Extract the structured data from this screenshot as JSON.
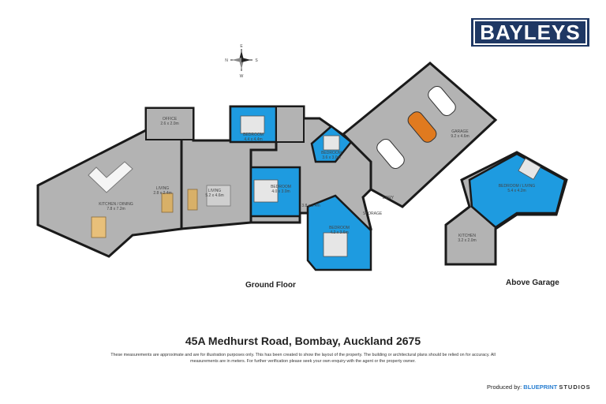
{
  "brand": {
    "logo_text": "BAYLEYS",
    "color": "#1f3864"
  },
  "compass": {
    "north": "E",
    "west": "N",
    "east": "S",
    "south": "W"
  },
  "rooms": {
    "office": {
      "name": "OFFICE",
      "size": "2.6 x 2.0m"
    },
    "bedroom1": {
      "name": "BEDROOM",
      "size": "4.4 x 4.4m"
    },
    "bedroom2": {
      "name": "BEDROOM",
      "size": "3.6 x 3.0m"
    },
    "garage": {
      "name": "GARAGE",
      "size": "9.2 x 4.6m"
    },
    "kitchen": {
      "name": "KITCHEN / DINING",
      "size": "7.8 x 7.2m"
    },
    "living1": {
      "name": "LIVING",
      "size": "2.8 x 2.4m"
    },
    "living2": {
      "name": "LIVING",
      "size": "5.2 x 4.6m"
    },
    "bedroom3": {
      "name": "BEDROOM",
      "size": "4.0 x 3.0m"
    },
    "hall": {
      "size": "3.8 x 1.4m"
    },
    "bedroom4": {
      "name": "BEDROOM",
      "size": "4.2 x 3.6m"
    },
    "storage": {
      "name": "STORAGE"
    },
    "laundry": {
      "name": "L'DRY"
    },
    "bedroom_living": {
      "name": "BEDROOM / LIVING",
      "size": "5.4 x 4.2m"
    },
    "kitchen2": {
      "name": "KITCHEN",
      "size": "3.2 x 2.0m"
    }
  },
  "floor_labels": {
    "ground": "Ground Floor",
    "above": "Above Garage"
  },
  "colors": {
    "bedroom": "#1e9be0",
    "floor": "#b3b3b3",
    "wall": "#1a1a1a",
    "car_orange": "#e07a1f"
  },
  "address": "45A Medhurst Road, Bombay, Auckland 2675",
  "disclaimer": "These measurements are approximate and are for illustration purposes only. This has been created to show the layout of the property. The building or architectural plans should be relied on for accuracy. All measurements are in meters. For further verification please seek your own enquiry with the agent or the property owner.",
  "credit": {
    "prefix": "Produced by:",
    "name": "BLUEPRINT",
    "suffix": "STUDIOS"
  }
}
